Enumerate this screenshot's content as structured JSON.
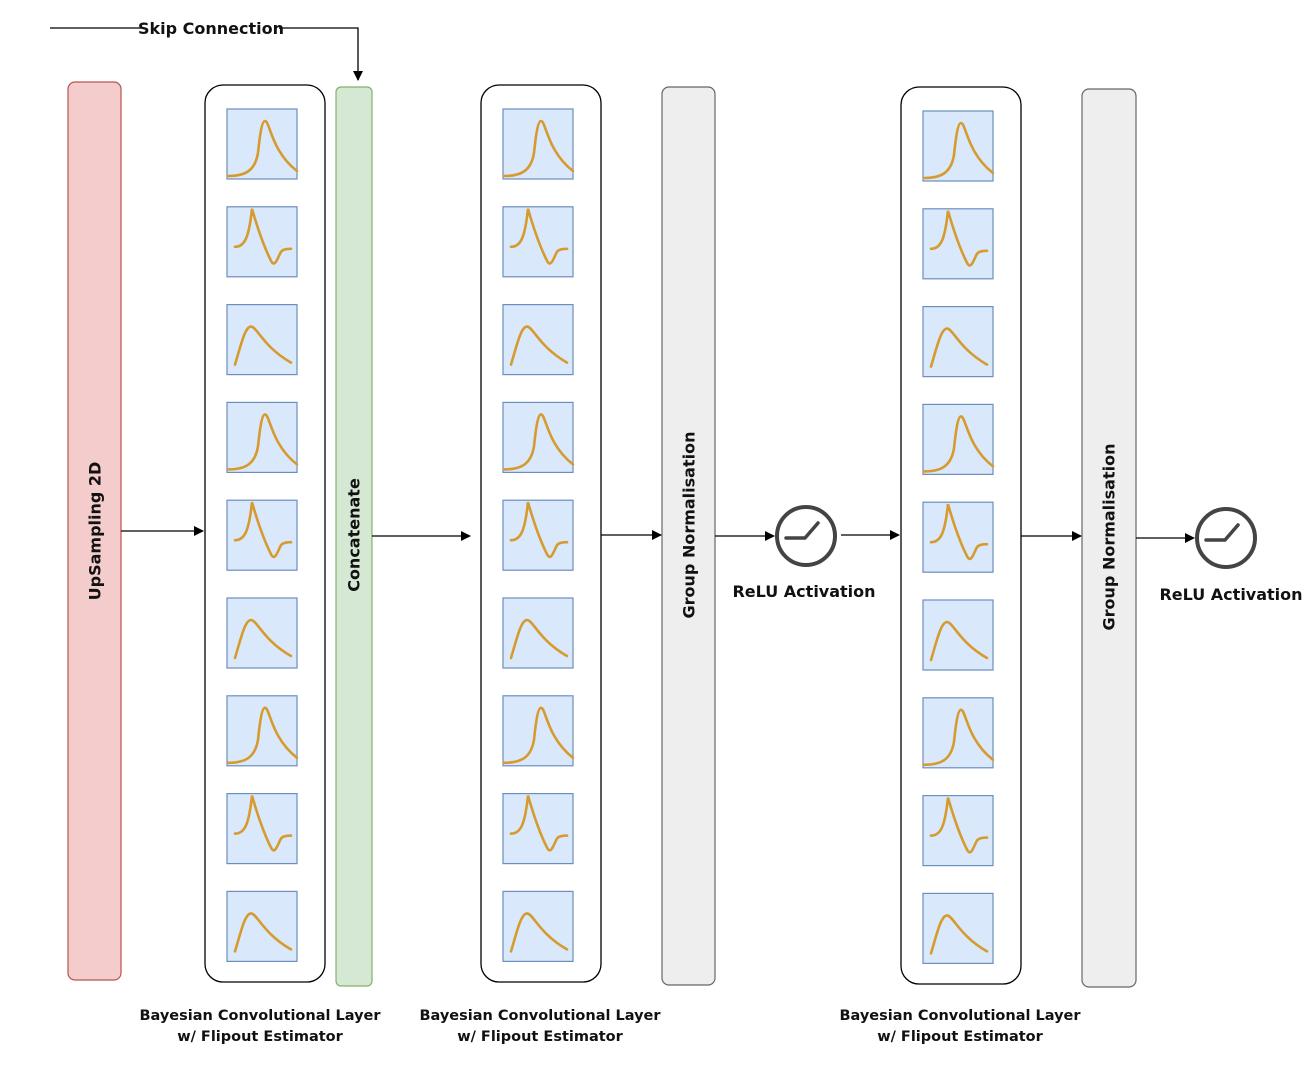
{
  "skip_connection": {
    "label": "Skip Connection"
  },
  "upsampling": {
    "label": "UpSampling 2D",
    "color": "#f4cccc",
    "border": "#b85450"
  },
  "concatenate": {
    "label": "Concatenate",
    "color": "#d5e8d4",
    "border": "#82b366"
  },
  "group_norm": {
    "label": "Group Normalisation",
    "color": "#eeeeee",
    "border": "#666666"
  },
  "relu": {
    "label": "ReLU Activation"
  },
  "bayes_layer": {
    "line1": "Bayesian Convolutional Layer",
    "line2": "w/ Flipout Estimator",
    "cell_fill": "#dae8fc",
    "cell_border": "#6c8ebf",
    "curve_color": "#d69b2e",
    "curve_icons": [
      "skewed-peak-icon",
      "derivative-wave-icon",
      "decay-curve-icon"
    ]
  }
}
